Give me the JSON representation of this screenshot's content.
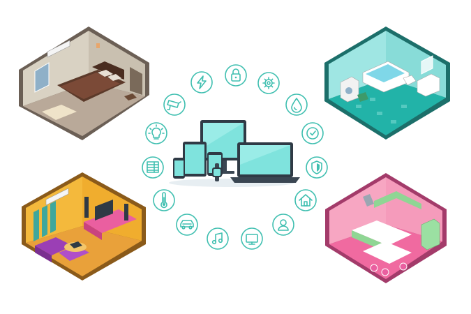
{
  "colors": {
    "accent": "#3fbfb0",
    "screen": "#7fe3dd",
    "device_body": "#2f3a45",
    "bedroom_wall": "#d9d2c3",
    "bedroom_floor": "#b9a999",
    "bathroom_wall": "#9fe6e3",
    "bathroom_floor": "#22b3a8",
    "living_wall": "#f4b93c",
    "living_floor": "#e9a13a",
    "kitchen_wall": "#f7a6c2",
    "kitchen_floor": "#f06aa0"
  },
  "rooms": [
    {
      "id": "bedroom",
      "name": "bedroom"
    },
    {
      "id": "bathroom",
      "name": "bathroom"
    },
    {
      "id": "living-room",
      "name": "living-room"
    },
    {
      "id": "kitchen",
      "name": "kitchen"
    }
  ],
  "devices": [
    "tablet-left",
    "phone",
    "desktop-monitor",
    "laptop",
    "tablet-small",
    "smartwatch"
  ],
  "icons": [
    "lightning-icon",
    "lock-icon",
    "gear-icon",
    "water-drop-icon",
    "clock-icon",
    "shield-icon",
    "home-icon",
    "user-icon",
    "monitor-icon",
    "music-note-icon",
    "car-icon",
    "thermometer-icon",
    "blinds-icon",
    "light-bulb-icon",
    "security-camera-icon"
  ]
}
